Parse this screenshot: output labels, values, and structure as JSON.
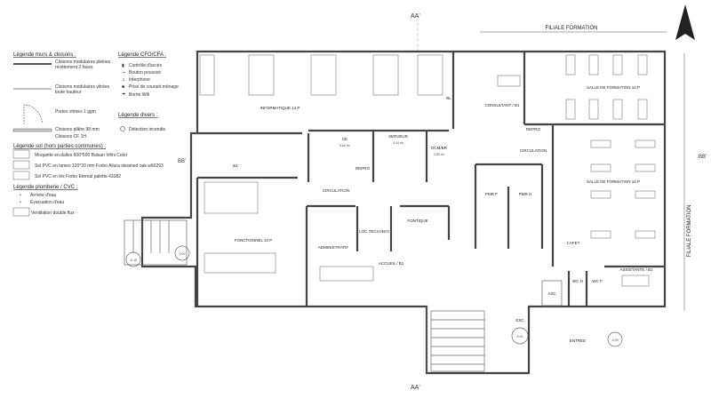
{
  "legend": {
    "walls_title": "Légende murs & cloisons :",
    "walls": [
      "Cloisons modulaires pleines revêtement 2 faces",
      "Cloisons modulaires vitrées toute hauteur",
      "Portes vitrées 1 ggm",
      "Cloisons plâtre 98 mm",
      "Cloisons CF 1H"
    ],
    "cfo_title": "Légende CFO/CFA :",
    "cfo": [
      "Contrôle d'accès",
      "Bouton poussoir",
      "Interphone",
      "Prise de courant ménage",
      "Borne Wifi"
    ],
    "misc_title": "Légende divers :",
    "misc": [
      "Détection incendie"
    ],
    "floor_title": "Légende sol (hors parties communes) :",
    "floor": [
      "Moquette en dalles 500*500 Balsan Infini Color",
      "Sol PVC en lames 120*20 mm Forbo Allura steamed oak w60293",
      "Sol PVC en lés Forbo Eternal palette 43382"
    ],
    "plumb_title": "Légende plomberie / CVC :",
    "plumb": [
      "Arrivée d'eau",
      "Évacuation d'eau",
      "Ventilation double flux"
    ]
  },
  "sections": {
    "aa_top": "AA'",
    "aa_bottom": "AA'",
    "bb_left": "BB'",
    "bb_right": "BB'",
    "filiale_top": "FILIALE FORMATION",
    "filiale_side": "FILIALE FORMATION"
  },
  "rooms": {
    "informatique": "INFORMATIQUE 14 P",
    "bl": "BL",
    "consultant": "CONSULTANT / B1",
    "formation1": "SALLE DE FORMATION 16 P",
    "ce": "CE",
    "ce_area": "5,64 m²",
    "serveur": "SERVEUR",
    "serveur_area": "4,44 m²",
    "dcm": "DCM/BR",
    "dcm_area": "2,80 m²",
    "repro1": "REPRO",
    "repro2": "REPRO",
    "circulation1": "CIRCULATION",
    "circulation2": "CIRCULATION",
    "b1": "B1",
    "fonctionnel": "FONCTIONNEL 10 P",
    "administratif": "ADMINISTRATIF",
    "loc_tech": "LOC TECH NEO",
    "fontique": "FONTIQUE",
    "accueil": "ACCUEIL / B1",
    "pmr_f": "PMR F",
    "pmr_h": "PMR H",
    "formation2": "SALLE DE FORMATION 16 P",
    "cafet": "CAFET",
    "assistante": "ASSISTANTE / B1",
    "wc_h": "WC H",
    "wc_f": "WC F",
    "asc": "ASC",
    "esc": "ESC",
    "entree": "ENTREE",
    "level1": "0.00",
    "level2": "-0.15",
    "level3": "0.00",
    "level4": "-0.00"
  },
  "north_arrow": "north-arrow-icon"
}
